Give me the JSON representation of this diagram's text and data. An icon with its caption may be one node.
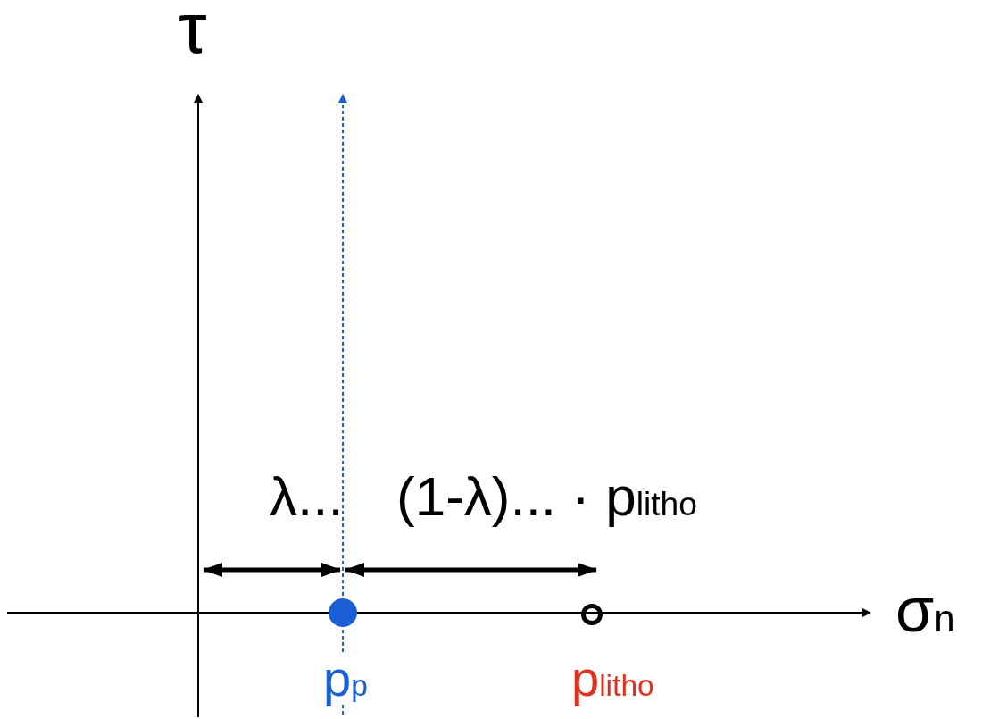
{
  "diagram": {
    "nodes": [
      {
        "text": [],
        "shape": "circle",
        "beside": [
          "p$_{p}$"
        ]
      },
      {
        "text": [],
        "shape": "circle",
        "beside": [
          "p$_{litho}$"
        ]
      }
    ],
    "labels": [
      "τ",
      "σ$_{n}$",
      "λ...",
      "(1-λ)... · p$_{litho}$"
    ]
  }
}
